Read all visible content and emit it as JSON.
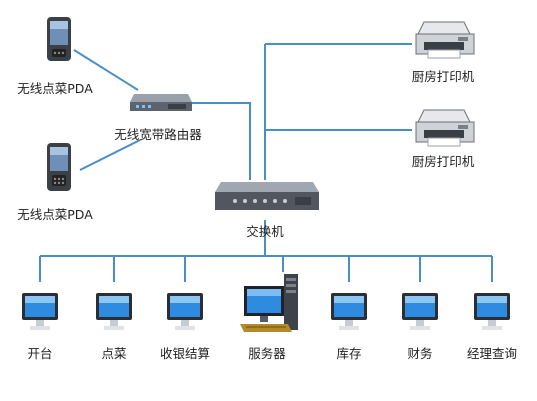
{
  "colors": {
    "line": "#4a8fc4",
    "text": "#222222"
  },
  "devices": {
    "pda_top": {
      "label": "无线点菜PDA",
      "icon": "pda-icon"
    },
    "pda_bottom": {
      "label": "无线点菜PDA",
      "icon": "pda-icon"
    },
    "router": {
      "label": "无线宽带路由器",
      "icon": "router-icon"
    },
    "switch": {
      "label": "交换机",
      "icon": "switch-icon"
    },
    "printer_top": {
      "label": "厨房打印机",
      "icon": "printer-icon"
    },
    "printer_bottom": {
      "label": "厨房打印机",
      "icon": "printer-icon"
    },
    "server": {
      "label": "服务器",
      "icon": "server-icon"
    }
  },
  "terminals": [
    {
      "label": "开台",
      "icon": "monitor-icon"
    },
    {
      "label": "点菜",
      "icon": "monitor-icon"
    },
    {
      "label": "收银结算",
      "icon": "monitor-icon"
    },
    {
      "label": "库存",
      "icon": "monitor-icon"
    },
    {
      "label": "财务",
      "icon": "monitor-icon"
    },
    {
      "label": "经理查询",
      "icon": "monitor-icon"
    }
  ]
}
